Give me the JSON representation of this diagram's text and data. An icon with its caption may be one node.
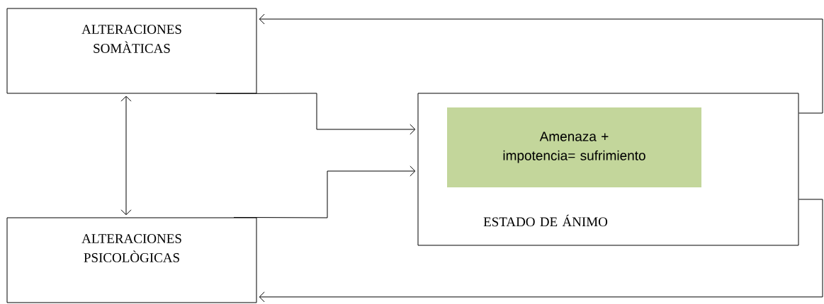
{
  "diagram": {
    "nodes": [
      {
        "text": [
          "ALTERACIONES SOMÀTICAS"
        ]
      },
      {
        "text": [
          "ALTERACIONES PSICOLÒGICAS"
        ]
      },
      {
        "text": [
          "ESTADO DE ÁNIMO"
        ]
      },
      {
        "text": [
          "Amenaza + impotencia= sufrimiento"
        ],
        "in": 2
      }
    ],
    "edges": [
      {
        "from": 0,
        "to": 2,
        "arrow": "to"
      },
      {
        "from": 1,
        "to": 2,
        "arrow": "to"
      },
      {
        "from": 0,
        "to": 1,
        "arrow": "both"
      },
      {
        "from": 2,
        "to": 0,
        "arrow": "to"
      },
      {
        "from": 2,
        "to": 1,
        "arrow": "to"
      }
    ]
  }
}
